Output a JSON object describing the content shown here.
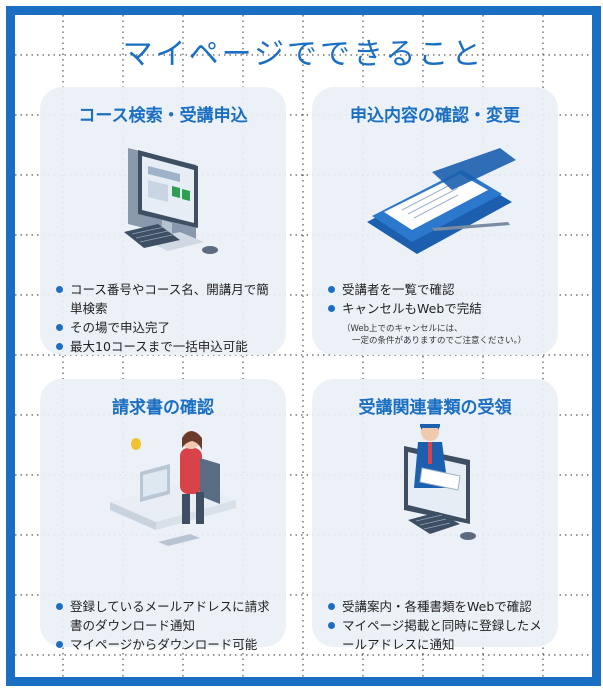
{
  "title": "マイページでできること",
  "cards": [
    {
      "heading": "コース検索・受講申込",
      "items": [
        "コース番号やコース名、開講月で簡単検索",
        "その場で申込完了",
        "最大10コースまで一括申込可能"
      ]
    },
    {
      "heading": "申込内容の確認・変更",
      "items": [
        "受講者を一覧で確認",
        "キャンセルもWebで完結"
      ],
      "note_line1": "（Web上でのキャンセルには、",
      "note_line2": "一定の条件がありますのでご注意ください。）"
    },
    {
      "heading": "請求書の確認",
      "items": [
        "登録しているメールアドレスに請求書のダウンロード通知",
        "マイページからダウンロード可能"
      ]
    },
    {
      "heading": "受講関連書類の受領",
      "items": [
        "受講案内・各種書類をWebで確認",
        "マイページ掲載と同時に登録したメールアドレスに通知"
      ]
    }
  ],
  "colors": {
    "accent": "#1b6fc2",
    "card_bg": "#eaf0f7",
    "text": "#222222"
  }
}
